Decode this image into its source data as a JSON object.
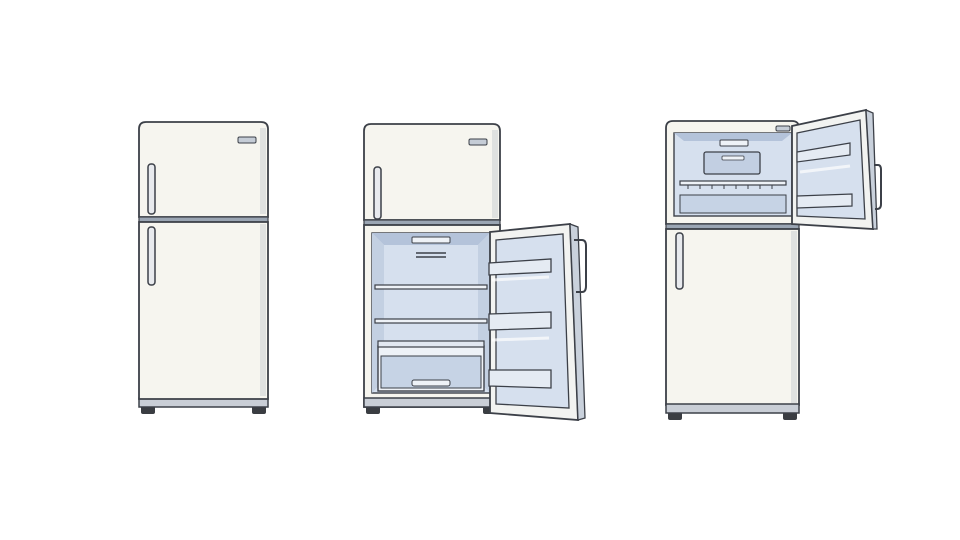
{
  "scene": {
    "background": "#ffffff",
    "description_items": [
      {
        "id": "fridge-closed",
        "state": "closed"
      },
      {
        "id": "fridge-fridge-door-open",
        "state": "lower door open"
      },
      {
        "id": "fridge-freezer-door-open",
        "state": "upper door open"
      }
    ]
  },
  "colors": {
    "outline": "#3c4048",
    "body": "#f6f5ef",
    "body_shade": "#dfe1e0",
    "edge_blue": "#b9c6d6",
    "interior": "#d6e0ee",
    "interior_deep": "#b4c3da",
    "shelf": "#eef2f7",
    "handle": "#e8eaee",
    "feet": "#3a3d42"
  }
}
